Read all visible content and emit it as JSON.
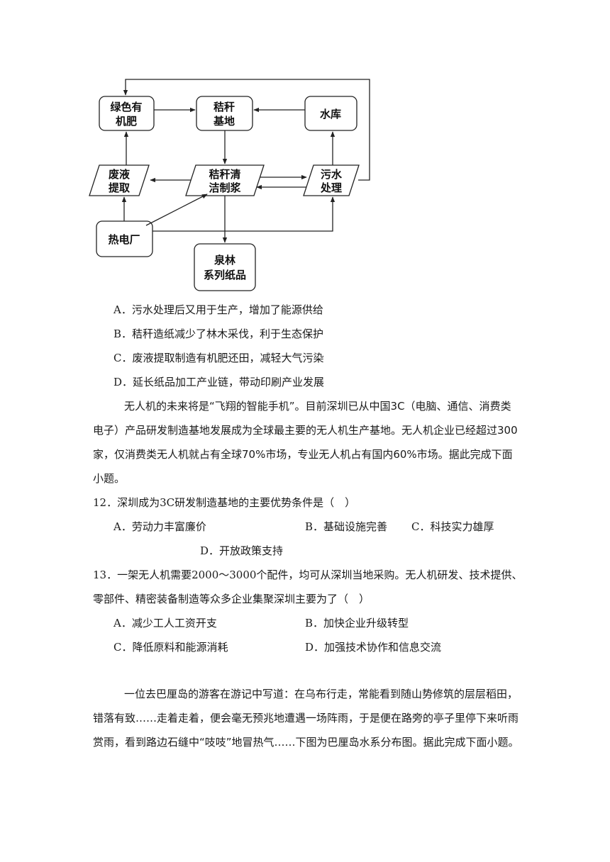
{
  "diagram": {
    "nodes": {
      "green_fertilizer": [
        "绿色有",
        "机肥"
      ],
      "straw_base": [
        "秸秆",
        "基地"
      ],
      "reservoir": [
        "水库"
      ],
      "waste_liquid": [
        "废液",
        "提取"
      ],
      "straw_pulp": [
        "秸秆清",
        "洁制浆"
      ],
      "sewage": [
        "污水",
        "处理"
      ],
      "power_plant": [
        "热电厂"
      ],
      "paper": [
        "泉林",
        "系列纸品"
      ]
    }
  },
  "q11_options": {
    "a": "A．污水处理后又用于生产，增加了能源供给",
    "b": "B．秸秆造纸减少了林木采伐，利于生态保护",
    "c": "C．废液提取制造有机肥还田，减轻大气污染",
    "d": "D．延长纸品加工产业链，带动印刷产业发展"
  },
  "drone_passage": {
    "line1": "无人机的未来将是“飞翔的智能手机”。目前深圳已从中国3C（电脑、通信、消费类",
    "line2": "电子）产品研发制造基地发展成为全球最主要的无人机生产基地。无人机企业已经超过300",
    "line3": "家，仅消费类无人机就占有全球70%市场，专业无人机占有国内60%市场。据此完成下面",
    "line4": "小题。"
  },
  "q12": {
    "stem": "12．深圳成为3C研发制造基地的主要优势条件是（　）",
    "a": "A．劳动力丰富廉价",
    "b": "B．基础设施完善",
    "c": "C．科技实力雄厚",
    "d": "D．开放政策支持"
  },
  "q13": {
    "stem_line1": "13．一架无人机需要2000～3000个配件，均可从深圳当地采购。无人机研发、技术提供、",
    "stem_line2": "零部件、精密装备制造等众多企业集聚深圳主要为了（　）",
    "a": "A．减少工人工资开支",
    "b": "B．加快企业升级转型",
    "c": "C．降低原料和能源消耗",
    "d": "D．加强技术协作和信息交流"
  },
  "bali_passage": {
    "line1": "一位去巴厘岛的游客在游记中写道：在乌布行走，常能看到随山势修筑的层层稻田，",
    "line2": "错落有致……走着走着，便会毫无预兆地遭遇一场阵雨，于是便在路旁的亭子里停下来听雨",
    "line3": "赏雨，看到路边石缝中“吱吱”地冒热气……下图为巴厘岛水系分布图。据此完成下面小题。"
  }
}
